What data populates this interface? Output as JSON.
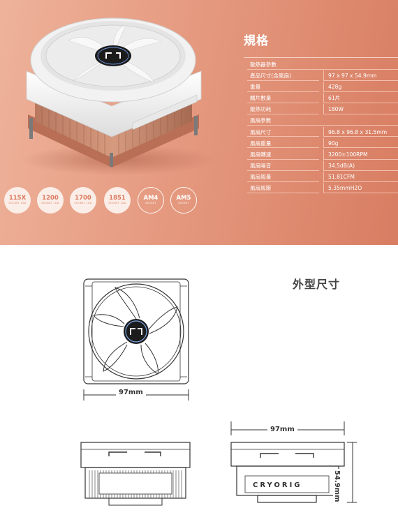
{
  "spec": {
    "title": "規格",
    "rows": [
      {
        "key": "散熱器參數",
        "value": null,
        "section": true
      },
      {
        "key": "產品尺寸(含風扇)",
        "value": "97 x 97 x 54.9mm"
      },
      {
        "key": "重量",
        "value": "428g"
      },
      {
        "key": "鰭片數量",
        "value": "61片"
      },
      {
        "key": "散熱功耗",
        "value": "180W"
      },
      {
        "key": "風扇參數",
        "value": null,
        "section": true
      },
      {
        "key": "風扇尺寸",
        "value": "96.8 x 96.8 x 31.5mm"
      },
      {
        "key": "風扇重量",
        "value": "90g"
      },
      {
        "key": "風扇轉速",
        "value": "3200±100RPM"
      },
      {
        "key": "風扇噪音",
        "value": "34.5dB(A)"
      },
      {
        "key": "風扇風量",
        "value": "51.81CFM"
      },
      {
        "key": "風扇風壓",
        "value": "5.35mmH2O"
      }
    ]
  },
  "sockets": [
    {
      "label": "115X",
      "sub": "SOCKET LGA",
      "style": "filled"
    },
    {
      "label": "1200",
      "sub": "SOCKET LGA",
      "style": "filled"
    },
    {
      "label": "1700",
      "sub": "SOCKET LGA",
      "style": "filled"
    },
    {
      "label": "1851",
      "sub": "SOCKET LGA",
      "style": "filled"
    },
    {
      "label": "AM4",
      "sub": "SOCKET",
      "style": "outline"
    },
    {
      "label": "AM5",
      "sub": "SOCKET",
      "style": "outline"
    }
  ],
  "dimensions": {
    "title": "外型尺寸",
    "top_width": "97mm",
    "side_width": "97mm",
    "side_height": "54.9mm",
    "brand_mark": "CRYORIG"
  },
  "colors": {
    "accent": "#e59a80",
    "badge_text": "#db7a60",
    "drawing": "#333333"
  }
}
